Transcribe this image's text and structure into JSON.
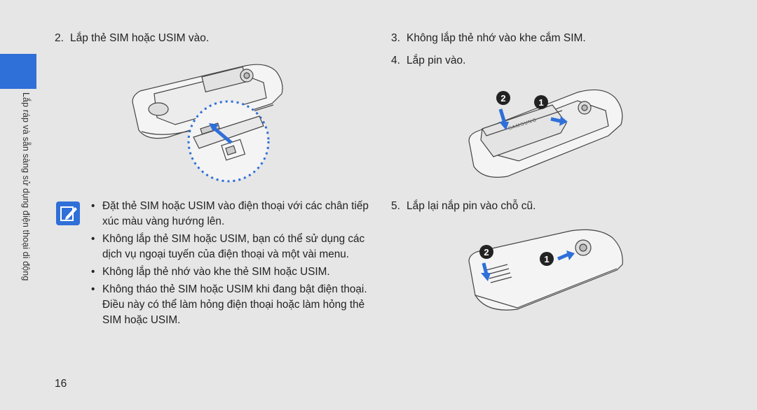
{
  "side_label": "Lắp ráp và sẵn sàng sử dụng điện thoại di động",
  "steps": {
    "s2": {
      "num": "2.",
      "text": "Lắp thẻ SIM hoặc USIM vào."
    },
    "s3": {
      "num": "3.",
      "text": "Không lắp thẻ nhớ vào khe cắm SIM."
    },
    "s4": {
      "num": "4.",
      "text": "Lắp pin vào."
    },
    "s5": {
      "num": "5.",
      "text": "Lắp lại nắp pin vào chỗ cũ."
    }
  },
  "notes": [
    "Đặt thẻ SIM hoặc USIM vào điện thoại với các chân tiếp xúc màu vàng hướng lên.",
    "Không lắp thẻ SIM hoặc USIM, bạn có thể sử dụng các dịch vụ ngoại tuyến của điện thoại và một vài menu.",
    "Không lắp thẻ nhớ vào khe thẻ SIM hoặc USIM.",
    "Không tháo thẻ SIM hoặc USIM khi đang bật điện thoại. Điều này có thể làm hỏng điện thoại hoặc làm hỏng thẻ SIM hoặc USIM."
  ],
  "figure_markers": {
    "battery_one": "1",
    "battery_two": "2",
    "cover_one": "1",
    "cover_two": "2"
  },
  "battery_brand": "SAMSUNG",
  "page_number": "16",
  "colors": {
    "accent": "#2f6fd8",
    "arrow": "#2f6fd8",
    "background": "#e6e6e6"
  },
  "icons": {
    "note": "pencil-note-icon"
  }
}
